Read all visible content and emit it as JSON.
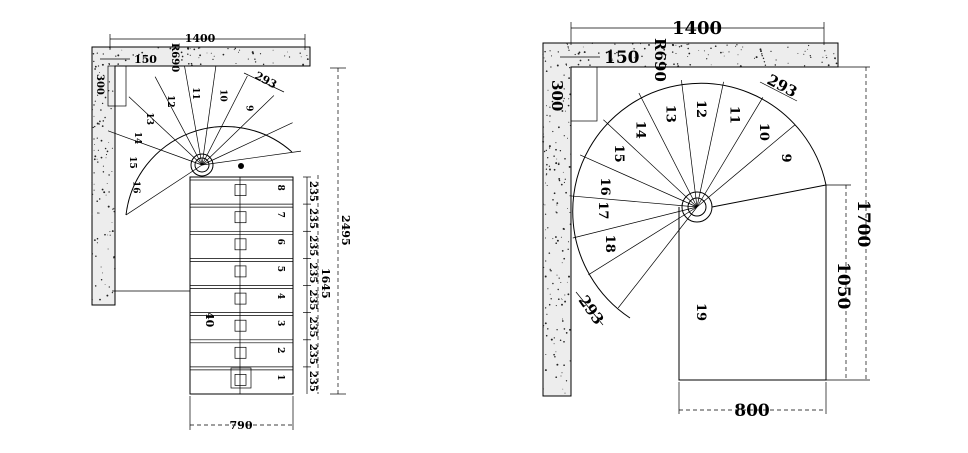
{
  "left": {
    "dims": {
      "width_top": "1400",
      "offset": "150",
      "radius": "R690",
      "wall_depth": "300",
      "tread": "293",
      "total_height": "2495",
      "flight_length": "1645",
      "flight_width": "790",
      "post": "40",
      "riser": "235"
    },
    "spiral_steps": [
      "16",
      "15",
      "14",
      "13",
      "12",
      "11",
      "10",
      "9"
    ],
    "straight_steps": [
      "8",
      "7",
      "6",
      "5",
      "4",
      "3",
      "2",
      "1"
    ]
  },
  "right": {
    "dims": {
      "width_top": "1400",
      "offset": "150",
      "radius": "R690",
      "wall_depth": "300",
      "tread_top": "293",
      "tread_bottom": "293",
      "height_total": "1700",
      "height_landing": "1050",
      "width_landing": "800"
    },
    "steps": [
      "9",
      "10",
      "11",
      "12",
      "13",
      "14",
      "15",
      "16",
      "17",
      "18",
      "19"
    ]
  }
}
